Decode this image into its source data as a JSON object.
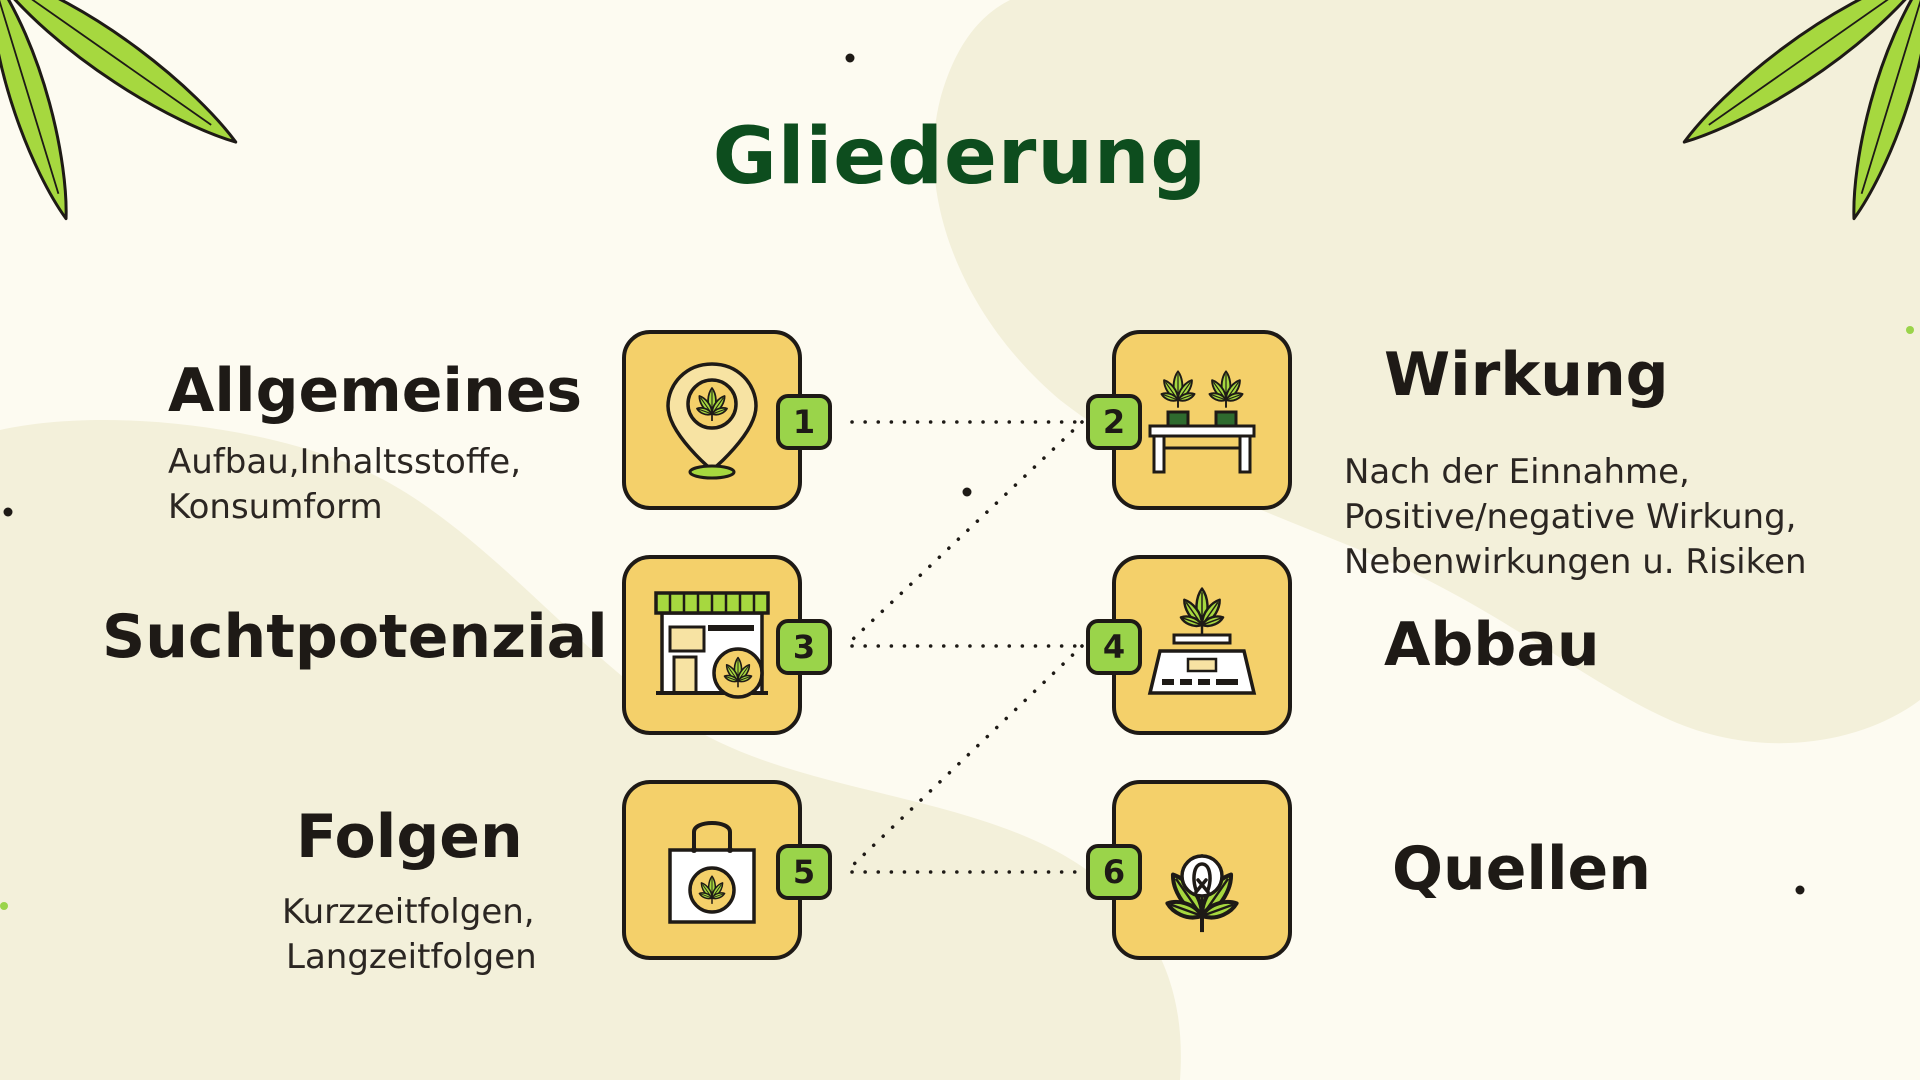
{
  "title": "Gliederung",
  "topics": [
    {
      "number": "1",
      "heading": "Allgemeines",
      "lines": [
        "Aufbau,Inhaltsstoffe,",
        "Konsumform"
      ],
      "icon": "location-pin-leaf-icon"
    },
    {
      "number": "2",
      "heading": "Wirkung",
      "lines": [
        "Nach der Einnahme,",
        "Positive/negative Wirkung,",
        "Nebenwirkungen u.  Risiken"
      ],
      "icon": "plant-pots-table-icon"
    },
    {
      "number": "3",
      "heading": "Suchtpotenzial",
      "lines": [],
      "icon": "storefront-leaf-icon"
    },
    {
      "number": "4",
      "heading": "Abbau",
      "lines": [],
      "icon": "scale-leaf-icon"
    },
    {
      "number": "5",
      "heading": "Folgen",
      "lines": [
        "Kurzzeitfolgen,",
        "Langzeitfolgen"
      ],
      "icon": "shopping-bag-leaf-icon"
    },
    {
      "number": "6",
      "heading": "Quellen",
      "lines": [],
      "icon": "leaf-ribbon-icon"
    }
  ],
  "colors": {
    "background": "#fdfbf1",
    "blob": "#f3f0da",
    "title": "#0d4d1e",
    "tile": "#f4d06a",
    "badge": "#9ad44a",
    "leaf": "#a6d83f",
    "ink": "#1e1a16"
  }
}
